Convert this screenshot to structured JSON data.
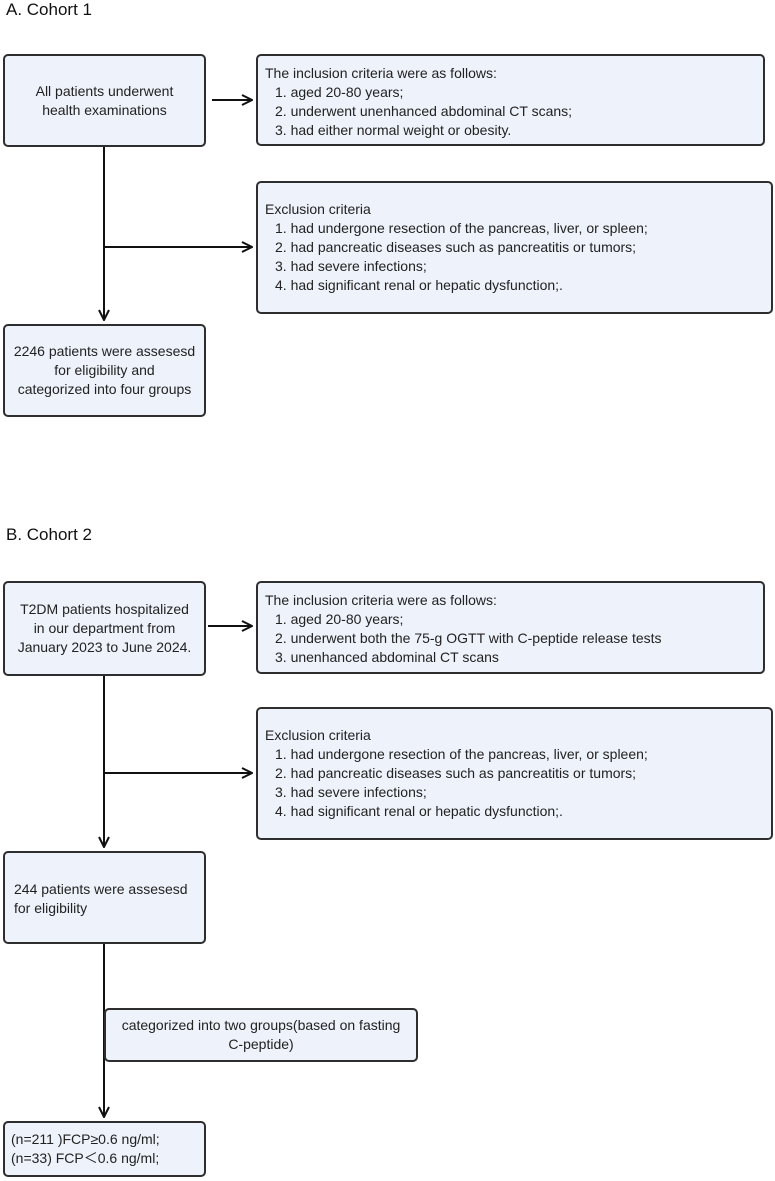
{
  "cohort1": {
    "title": "A. Cohort 1",
    "start_box": [
      "All patients underwent",
      "health examinations"
    ],
    "inclusion": {
      "heading": "The inclusion criteria were as follows:",
      "items": [
        "1. aged 20-80 years;",
        "2. underwent unenhanced abdominal CT scans;",
        "3. had either normal weight or obesity."
      ]
    },
    "exclusion": {
      "heading": "Exclusion criteria",
      "items": [
        "1. had undergone resection of the pancreas, liver, or spleen;",
        "2. had pancreatic diseases such as pancreatitis or tumors;",
        "3. had severe infections;",
        "4. had significant renal or hepatic dysfunction;."
      ]
    },
    "result_box": [
      "2246 patients were assesesd",
      "for eligibility and",
      "categorized into four groups"
    ]
  },
  "cohort2": {
    "title": "B. Cohort 2",
    "start_box": [
      "T2DM patients hospitalized",
      "in our department from",
      "January 2023 to June 2024."
    ],
    "inclusion": {
      "heading": "The inclusion criteria were as follows:",
      "items": [
        "1. aged 20-80 years;",
        "2. underwent both the 75-g OGTT with C-peptide release tests",
        "3. unenhanced abdominal CT scans"
      ]
    },
    "exclusion": {
      "heading": "Exclusion criteria",
      "items": [
        "1. had undergone resection of the pancreas, liver, or spleen;",
        "2. had pancreatic diseases such as pancreatitis or tumors;",
        "3. had severe infections;",
        "4. had significant renal or hepatic dysfunction;."
      ]
    },
    "eligibility_box": [
      "244 patients were assesesd",
      "for eligibility"
    ],
    "categorize_box": [
      "categorized into two groups(based on fasting",
      "C-peptide)"
    ],
    "groups_box": [
      "(n=211 )FCP≥0.6 ng/ml;",
      "(n=33) FCP＜0.6 ng/ml;"
    ]
  }
}
